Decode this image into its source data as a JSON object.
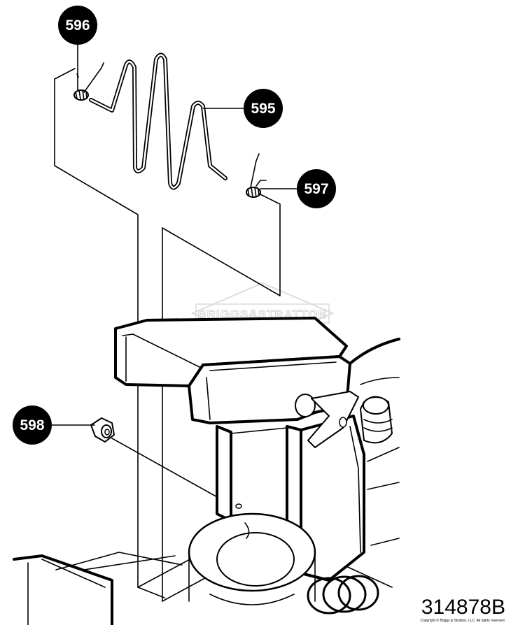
{
  "callouts": [
    {
      "id": "part-596",
      "label": "596"
    },
    {
      "id": "part-595",
      "label": "595"
    },
    {
      "id": "part-597",
      "label": "597"
    },
    {
      "id": "part-598",
      "label": "598"
    }
  ],
  "reference_number": "314878B",
  "copyright": "Copyright © Briggs & Stratton, LLC. All rights reserved.",
  "watermark": "BRIGGS&STRATTON"
}
